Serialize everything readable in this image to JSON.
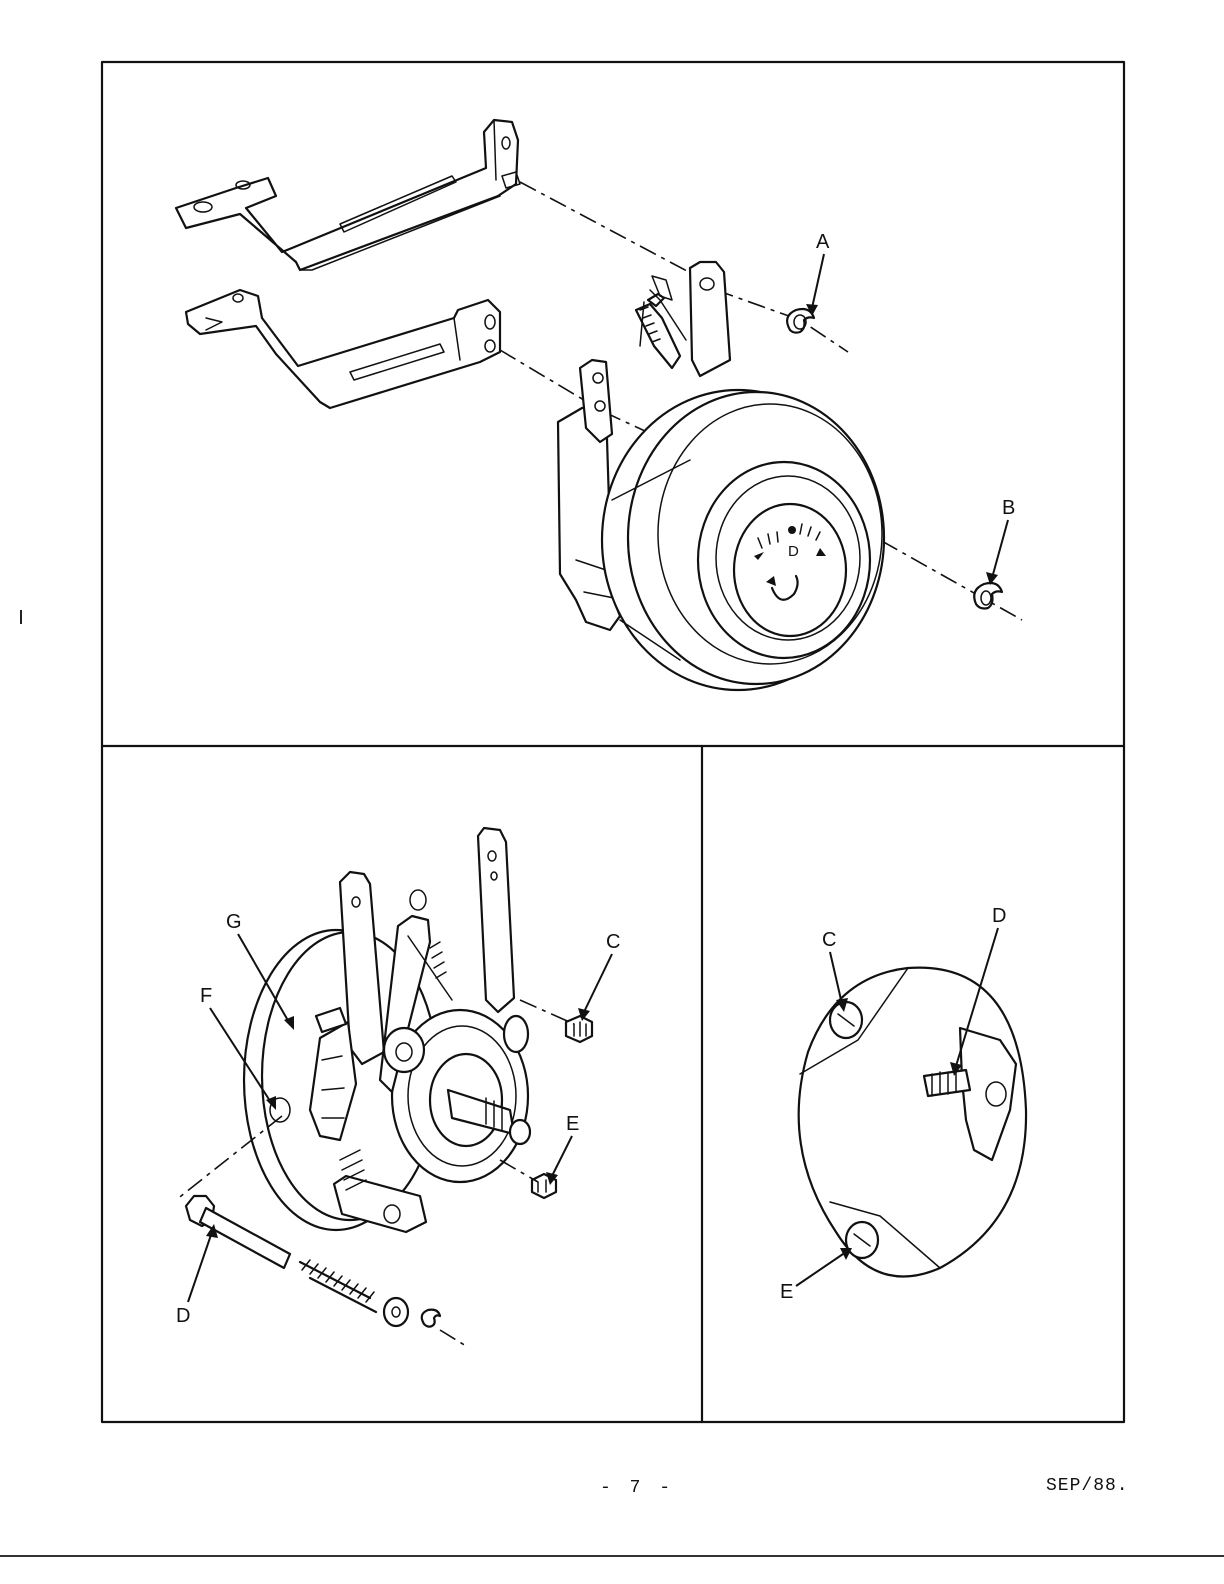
{
  "figures": {
    "top": {
      "callouts": {
        "a": "A",
        "b": "B"
      },
      "dial_letter": "D"
    },
    "bottom_left": {
      "callouts": {
        "c": "C",
        "d": "D",
        "e": "E",
        "f": "F",
        "g": "G"
      }
    },
    "bottom_right": {
      "callouts": {
        "c": "C",
        "d": "D",
        "e": "E"
      }
    }
  },
  "footer": {
    "page_number": "- 7 -",
    "date_code": "SEP/88."
  }
}
